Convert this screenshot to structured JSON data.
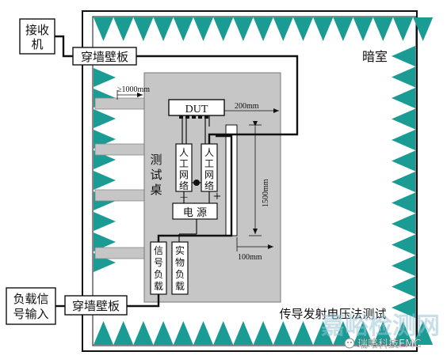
{
  "title": "传导发射电压法测试",
  "room_label": "暗室",
  "receiver": {
    "line1": "接收",
    "line2": "机"
  },
  "wall_plate": "穿墙壁板",
  "signal_input": {
    "line1": "负载信",
    "line2": "号输入"
  },
  "test_table": {
    "c1": "测",
    "c2": "试",
    "c3": "桌"
  },
  "dut": "DUT",
  "lisn": {
    "c1": "人",
    "c2": "工",
    "c3": "网",
    "c4": "络"
  },
  "polarity": {
    "minus": "—",
    "plus": "+"
  },
  "power": "电 源",
  "signal_load": {
    "c1": "信",
    "c2": "号",
    "c3": "负",
    "c4": "载"
  },
  "real_load": {
    "c1": "实",
    "c2": "物",
    "c3": "负",
    "c4": "载"
  },
  "dimensions": {
    "to_wall": "≥1000mm",
    "dut_offset": "200mm",
    "cable_len": "1500mm",
    "cable_height": "100mm"
  },
  "watermark": {
    "big": "嘉峪检测网",
    "wechat": "瑞略科技EMC"
  },
  "colors": {
    "cone": "#1a9b94",
    "table": "#c6c6c6",
    "line": "#111111"
  }
}
